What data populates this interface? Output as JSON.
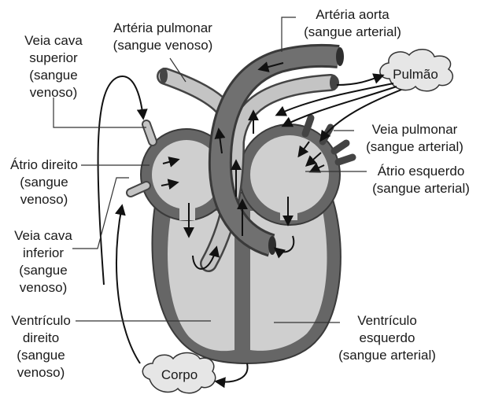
{
  "labels": {
    "veia_cava_superior": [
      "Veia cava",
      "superior",
      "(sangue",
      "venoso)"
    ],
    "arteria_pulmonar": [
      "Artéria pulmonar",
      "(sangue venoso)"
    ],
    "arteria_aorta": [
      "Artéria aorta",
      "(sangue arterial)"
    ],
    "pulmao": "Pulmão",
    "veia_pulmonar": [
      "Veia pulmonar",
      "(sangue arterial)"
    ],
    "atrio_direito": [
      "Átrio direito",
      "(sangue",
      "venoso)"
    ],
    "atrio_esquerdo": [
      "Átrio esquerdo",
      "(sangue arterial)"
    ],
    "veia_cava_inferior": [
      "Veia cava",
      "inferior",
      "(sangue",
      "venoso)"
    ],
    "ventriculo_direito": [
      "Ventrículo",
      "direito",
      "(sangue",
      "venoso)"
    ],
    "ventriculo_esquerdo": [
      "Ventrículo",
      "esquerdo",
      "(sangue arterial)"
    ],
    "corpo": "Corpo"
  },
  "colors": {
    "wall": "#666666",
    "chamber": "#cfcfcf",
    "vessel_light": "#c4c4c4",
    "cloud": "#e6e6e6",
    "text": "#1a1a1a"
  }
}
